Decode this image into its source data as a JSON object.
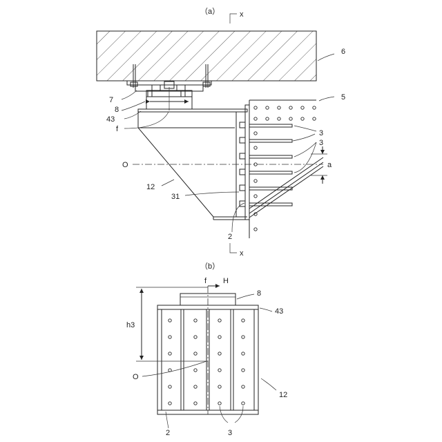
{
  "figure_a": {
    "caption": "（a）",
    "section_marker": "x",
    "labels": {
      "ceiling": "6",
      "support_member": "7",
      "part_8": "8",
      "part_43": "43",
      "point_f": "f",
      "wall": "5",
      "rib_3_a": "3",
      "rib_3_b": "3",
      "center_o": "O",
      "dim_a": "a",
      "bracket_12": "12",
      "part_31": "31",
      "plate_2": "2"
    }
  },
  "figure_b": {
    "caption": "（b）",
    "labels": {
      "point_f": "f",
      "force_h": "H",
      "part_8": "8",
      "part_43": "43",
      "dim_h3": "h3",
      "center_o": "O",
      "bracket_12": "12",
      "plate_2": "2",
      "rib_3": "3"
    }
  }
}
